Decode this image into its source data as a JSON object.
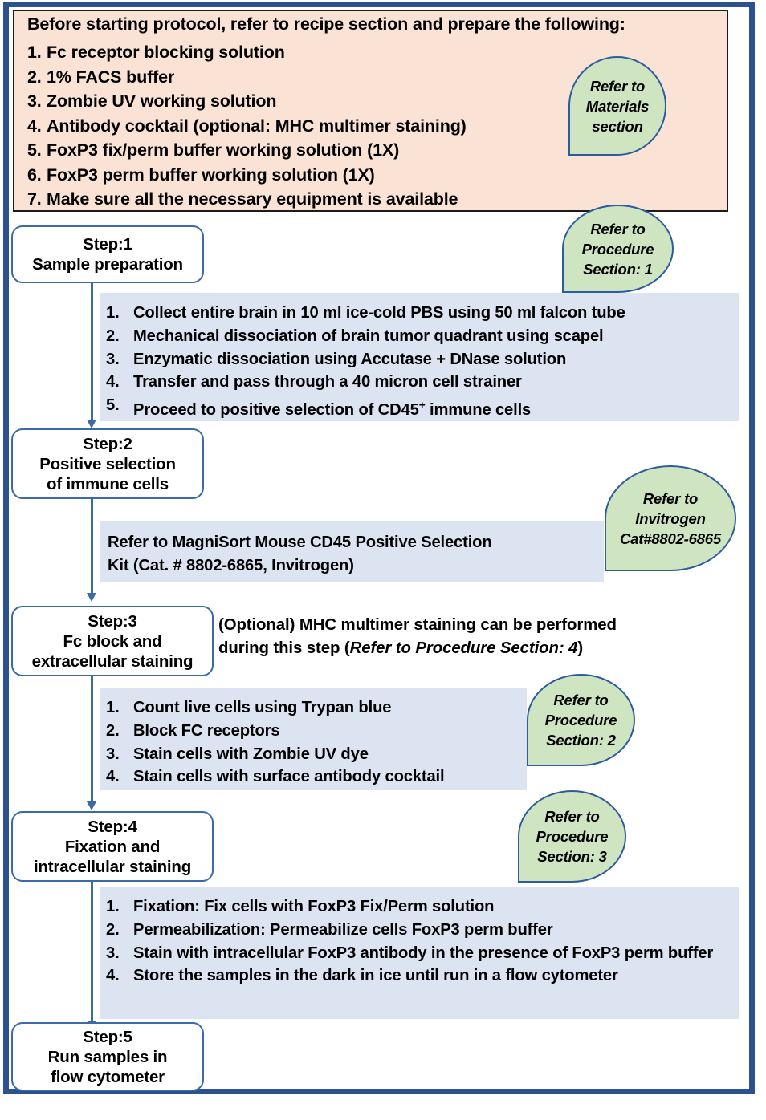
{
  "colors": {
    "frame_border": "#2b528f",
    "prep_bg": "#fae3d5",
    "info_bg": "#dce3f1",
    "callout_bg": "#cfe5c2",
    "callout_border": "#2d5c9e",
    "step_border": "#3b6aa8",
    "text": "#000000"
  },
  "prep": {
    "heading": "Before starting protocol, refer to recipe section and prepare the following:",
    "items": [
      {
        "num": "1.",
        "text": "Fc receptor blocking solution"
      },
      {
        "num": "2.",
        "text": "1% FACS buffer"
      },
      {
        "num": "3.",
        "text": "Zombie UV working solution"
      },
      {
        "num": "4.",
        "text": "Antibody cocktail (optional: MHC multimer staining)"
      },
      {
        "num": "5.",
        "text": "FoxP3 fix/perm buffer working solution (1X)"
      },
      {
        "num": "6.",
        "text": "FoxP3 perm buffer working solution (1X)"
      },
      {
        "num": "7.",
        "text": "Make sure all the necessary equipment is available"
      }
    ]
  },
  "callouts": [
    {
      "id": "materials",
      "lines": [
        "Refer to",
        "Materials",
        "section"
      ]
    },
    {
      "id": "procedure-1",
      "lines": [
        "Refer to",
        "Procedure",
        "Section: 1"
      ]
    },
    {
      "id": "invitrogen",
      "lines": [
        "Refer to",
        "Invitrogen",
        "Cat#8802-6865"
      ]
    },
    {
      "id": "procedure-2",
      "lines": [
        "Refer to",
        "Procedure",
        "Section: 2"
      ]
    },
    {
      "id": "procedure-3",
      "lines": [
        "Refer to",
        "Procedure",
        "Section: 3"
      ]
    }
  ],
  "steps": [
    {
      "id": "step1",
      "lines": [
        "Step:1",
        "Sample preparation"
      ]
    },
    {
      "id": "step2",
      "lines": [
        "Step:2",
        "Positive selection",
        "of immune cells"
      ]
    },
    {
      "id": "step3",
      "lines": [
        "Step:3",
        "Fc block and",
        "extracellular staining"
      ]
    },
    {
      "id": "step4",
      "lines": [
        "Step:4",
        "Fixation and",
        "intracellular staining"
      ]
    },
    {
      "id": "step5",
      "lines": [
        "Step:5",
        "Run samples in",
        "flow cytometer"
      ]
    }
  ],
  "step1_info": {
    "items": [
      {
        "num": "1.",
        "text": "Collect entire brain in 10 ml ice-cold PBS using 50 ml falcon tube"
      },
      {
        "num": "2.",
        "text": "Mechanical dissociation of brain tumor quadrant using scapel"
      },
      {
        "num": "3.",
        "text": "Enzymatic dissociation using Accutase + DNase solution"
      },
      {
        "num": "4.",
        "text": "Transfer and pass through a 40 micron cell strainer"
      },
      {
        "num": "5.",
        "text_pre": "Proceed to positive selection of CD45",
        "sup": "+",
        "text_post": " immune cells"
      }
    ]
  },
  "step2_info": {
    "lines": [
      "Refer to MagniSort Mouse CD45 Positive Selection",
      "Kit (Cat. # 8802-6865, Invitrogen)"
    ]
  },
  "step3_note": {
    "line1": "(Optional) MHC multimer staining can be performed",
    "line2_pre": "during this step  (",
    "line2_italic": "Refer to Procedure Section: 4",
    "line2_post": ")"
  },
  "step3_info": {
    "items": [
      {
        "num": "1.",
        "text": "Count live cells using Trypan blue"
      },
      {
        "num": "2.",
        "text": "Block FC receptors"
      },
      {
        "num": "3.",
        "text": "Stain cells with Zombie UV dye"
      },
      {
        "num": "4.",
        "text": "Stain cells with surface antibody cocktail"
      }
    ]
  },
  "step4_info": {
    "items": [
      {
        "num": "1.",
        "text": "Fixation: Fix cells with FoxP3 Fix/Perm solution"
      },
      {
        "num": "2.",
        "text": "Permeabilization: Permeabilize cells FoxP3 perm buffer"
      },
      {
        "num": "3.",
        "text": "Stain with intracellular FoxP3 antibody in the presence of FoxP3 perm buffer"
      },
      {
        "num": "4.",
        "text": "Store the samples in the dark in ice until run in a flow cytometer"
      }
    ]
  }
}
